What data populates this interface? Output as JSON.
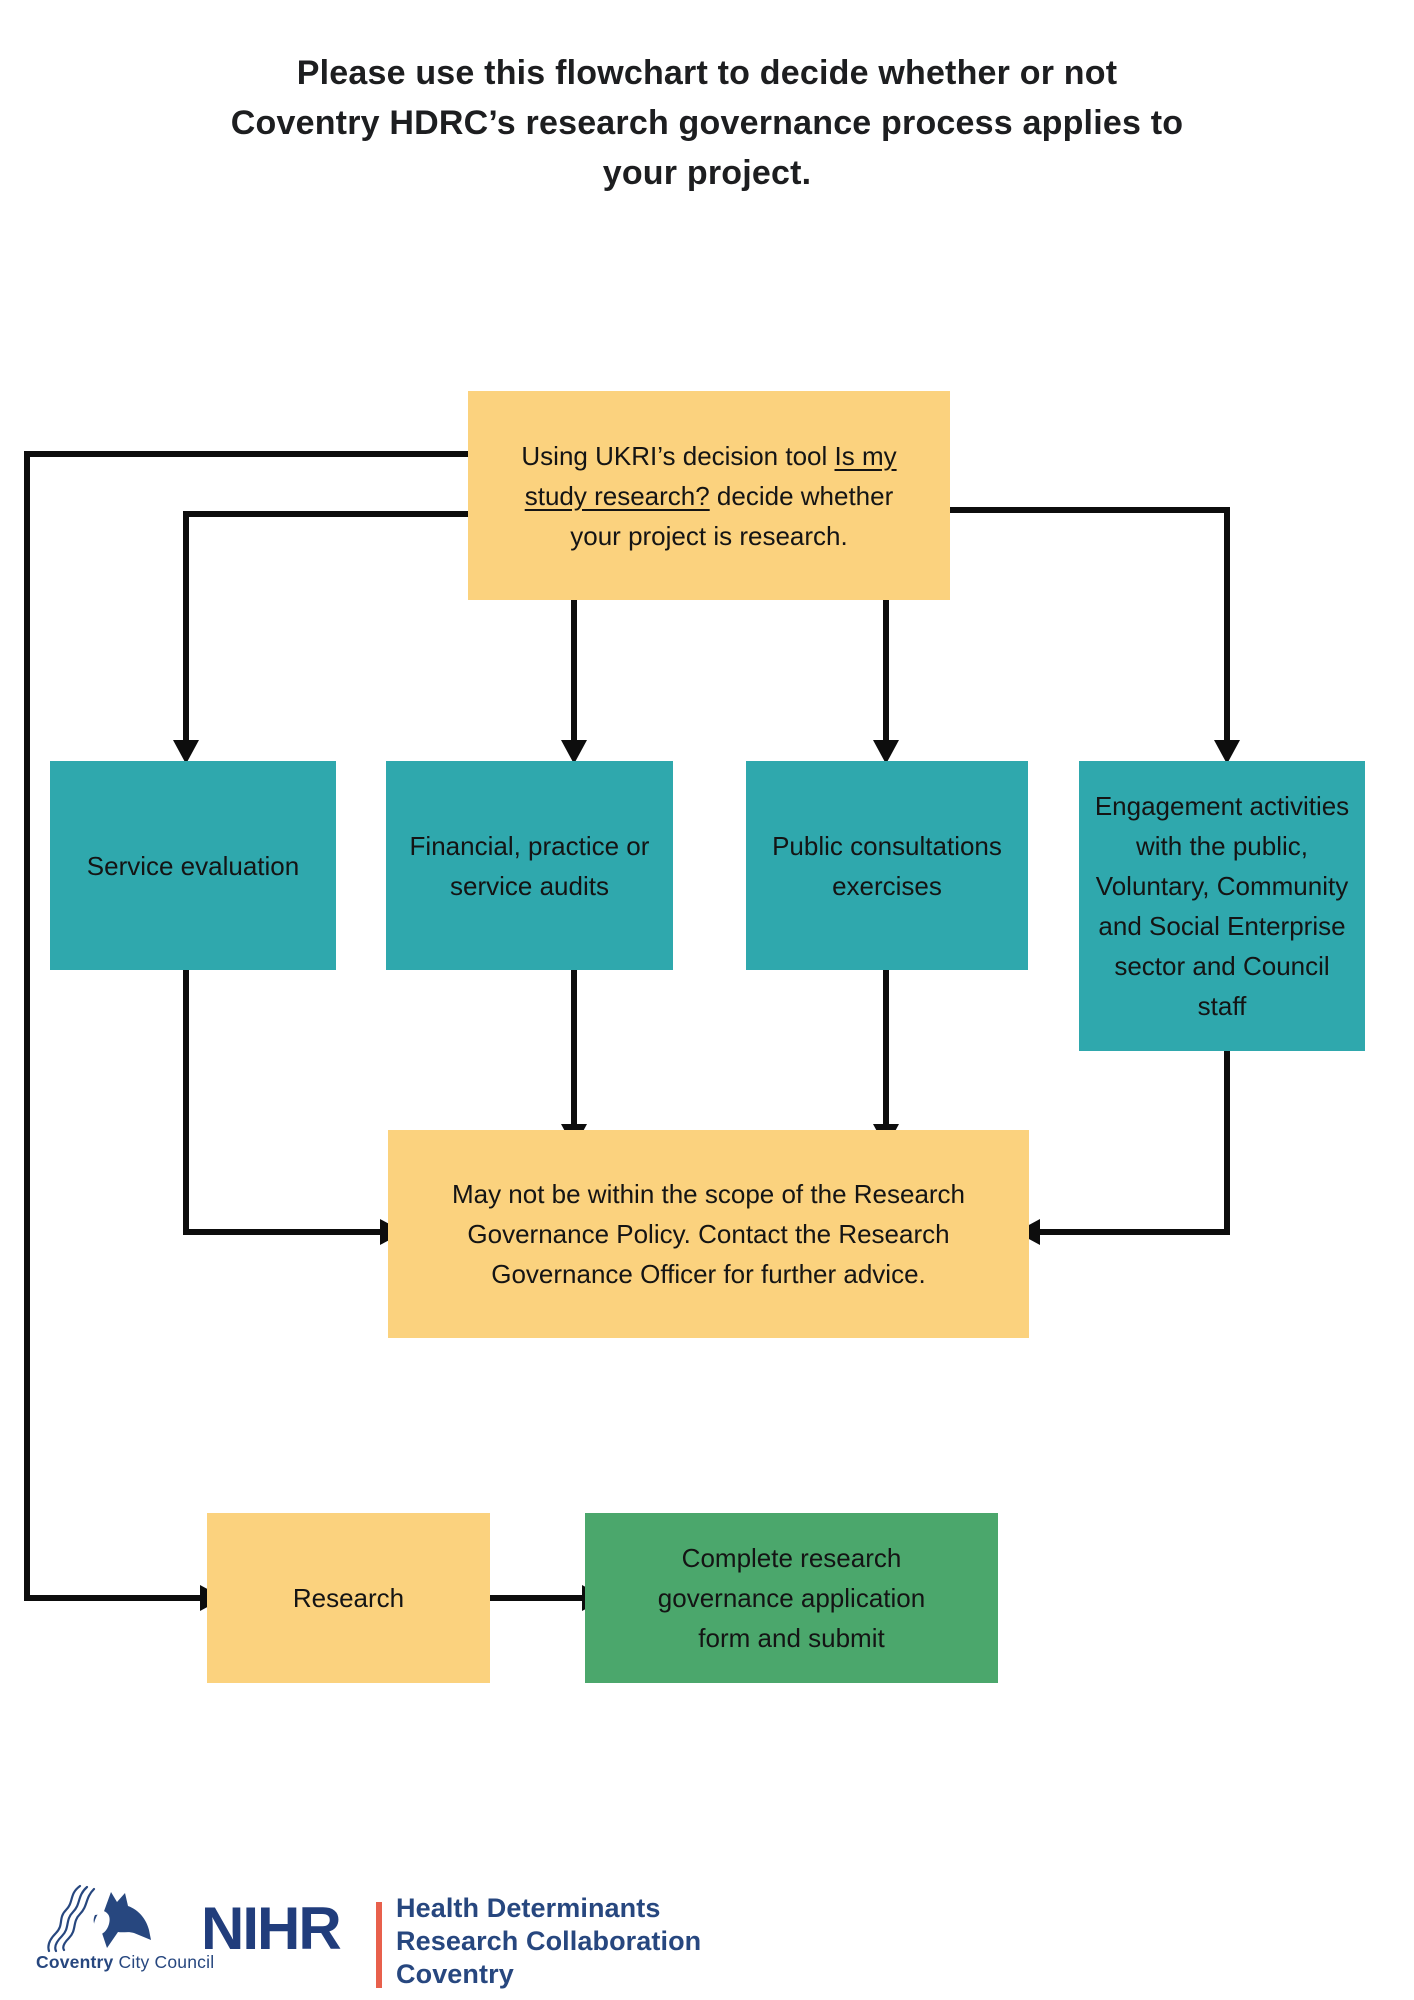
{
  "title": {
    "lines": [
      "Please use this flowchart to decide whether or not",
      "Coventry HDRC’s research governance process applies to",
      "your project."
    ]
  },
  "colors": {
    "yellow": "#FBD27E",
    "teal": "#2FA8AD",
    "green": "#4BA76C",
    "ink": "#0d0d0d",
    "navy": "#213d7c",
    "coral": "#E8604C"
  },
  "flowchart": {
    "start_box": {
      "text_before_link": "Using UKRI’s decision tool ",
      "link_text": "Is my study research?",
      "text_after_link": " decide whether your project is research."
    },
    "branches": [
      {
        "label": "Service evaluation"
      },
      {
        "label": "Financial, practice or service audits"
      },
      {
        "label": "Public consultations exercises"
      },
      {
        "label": "Engagement activities with the public, Voluntary, Community and Social Enterprise sector and Council staff"
      }
    ],
    "outcome_box": {
      "text": "May not be within the scope of the Research Governance Policy. Contact the Research Governance Officer for further advice."
    },
    "research_box": {
      "text": "Research"
    },
    "complete_box": {
      "text": "Complete research governance application form and submit"
    }
  },
  "footer": {
    "council_name_bold": "Coventry",
    "council_name_rest": " City Council",
    "nihr": "NIHR",
    "org_lines": [
      "Health Determinants",
      "Research Collaboration",
      "Coventry"
    ]
  }
}
